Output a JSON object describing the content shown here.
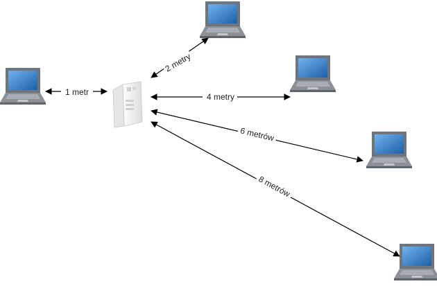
{
  "links": [
    {
      "id": "1m",
      "label": "1 metr"
    },
    {
      "id": "2m",
      "label": "2 metry"
    },
    {
      "id": "4m",
      "label": "4 metry"
    },
    {
      "id": "6m",
      "label": "6 metrów"
    },
    {
      "id": "8m",
      "label": "8 metrów"
    }
  ],
  "colors": {
    "laptop_screen": "#2f7dc4",
    "laptop_body": "#8a9096",
    "router_body": "#f2f2f2"
  }
}
